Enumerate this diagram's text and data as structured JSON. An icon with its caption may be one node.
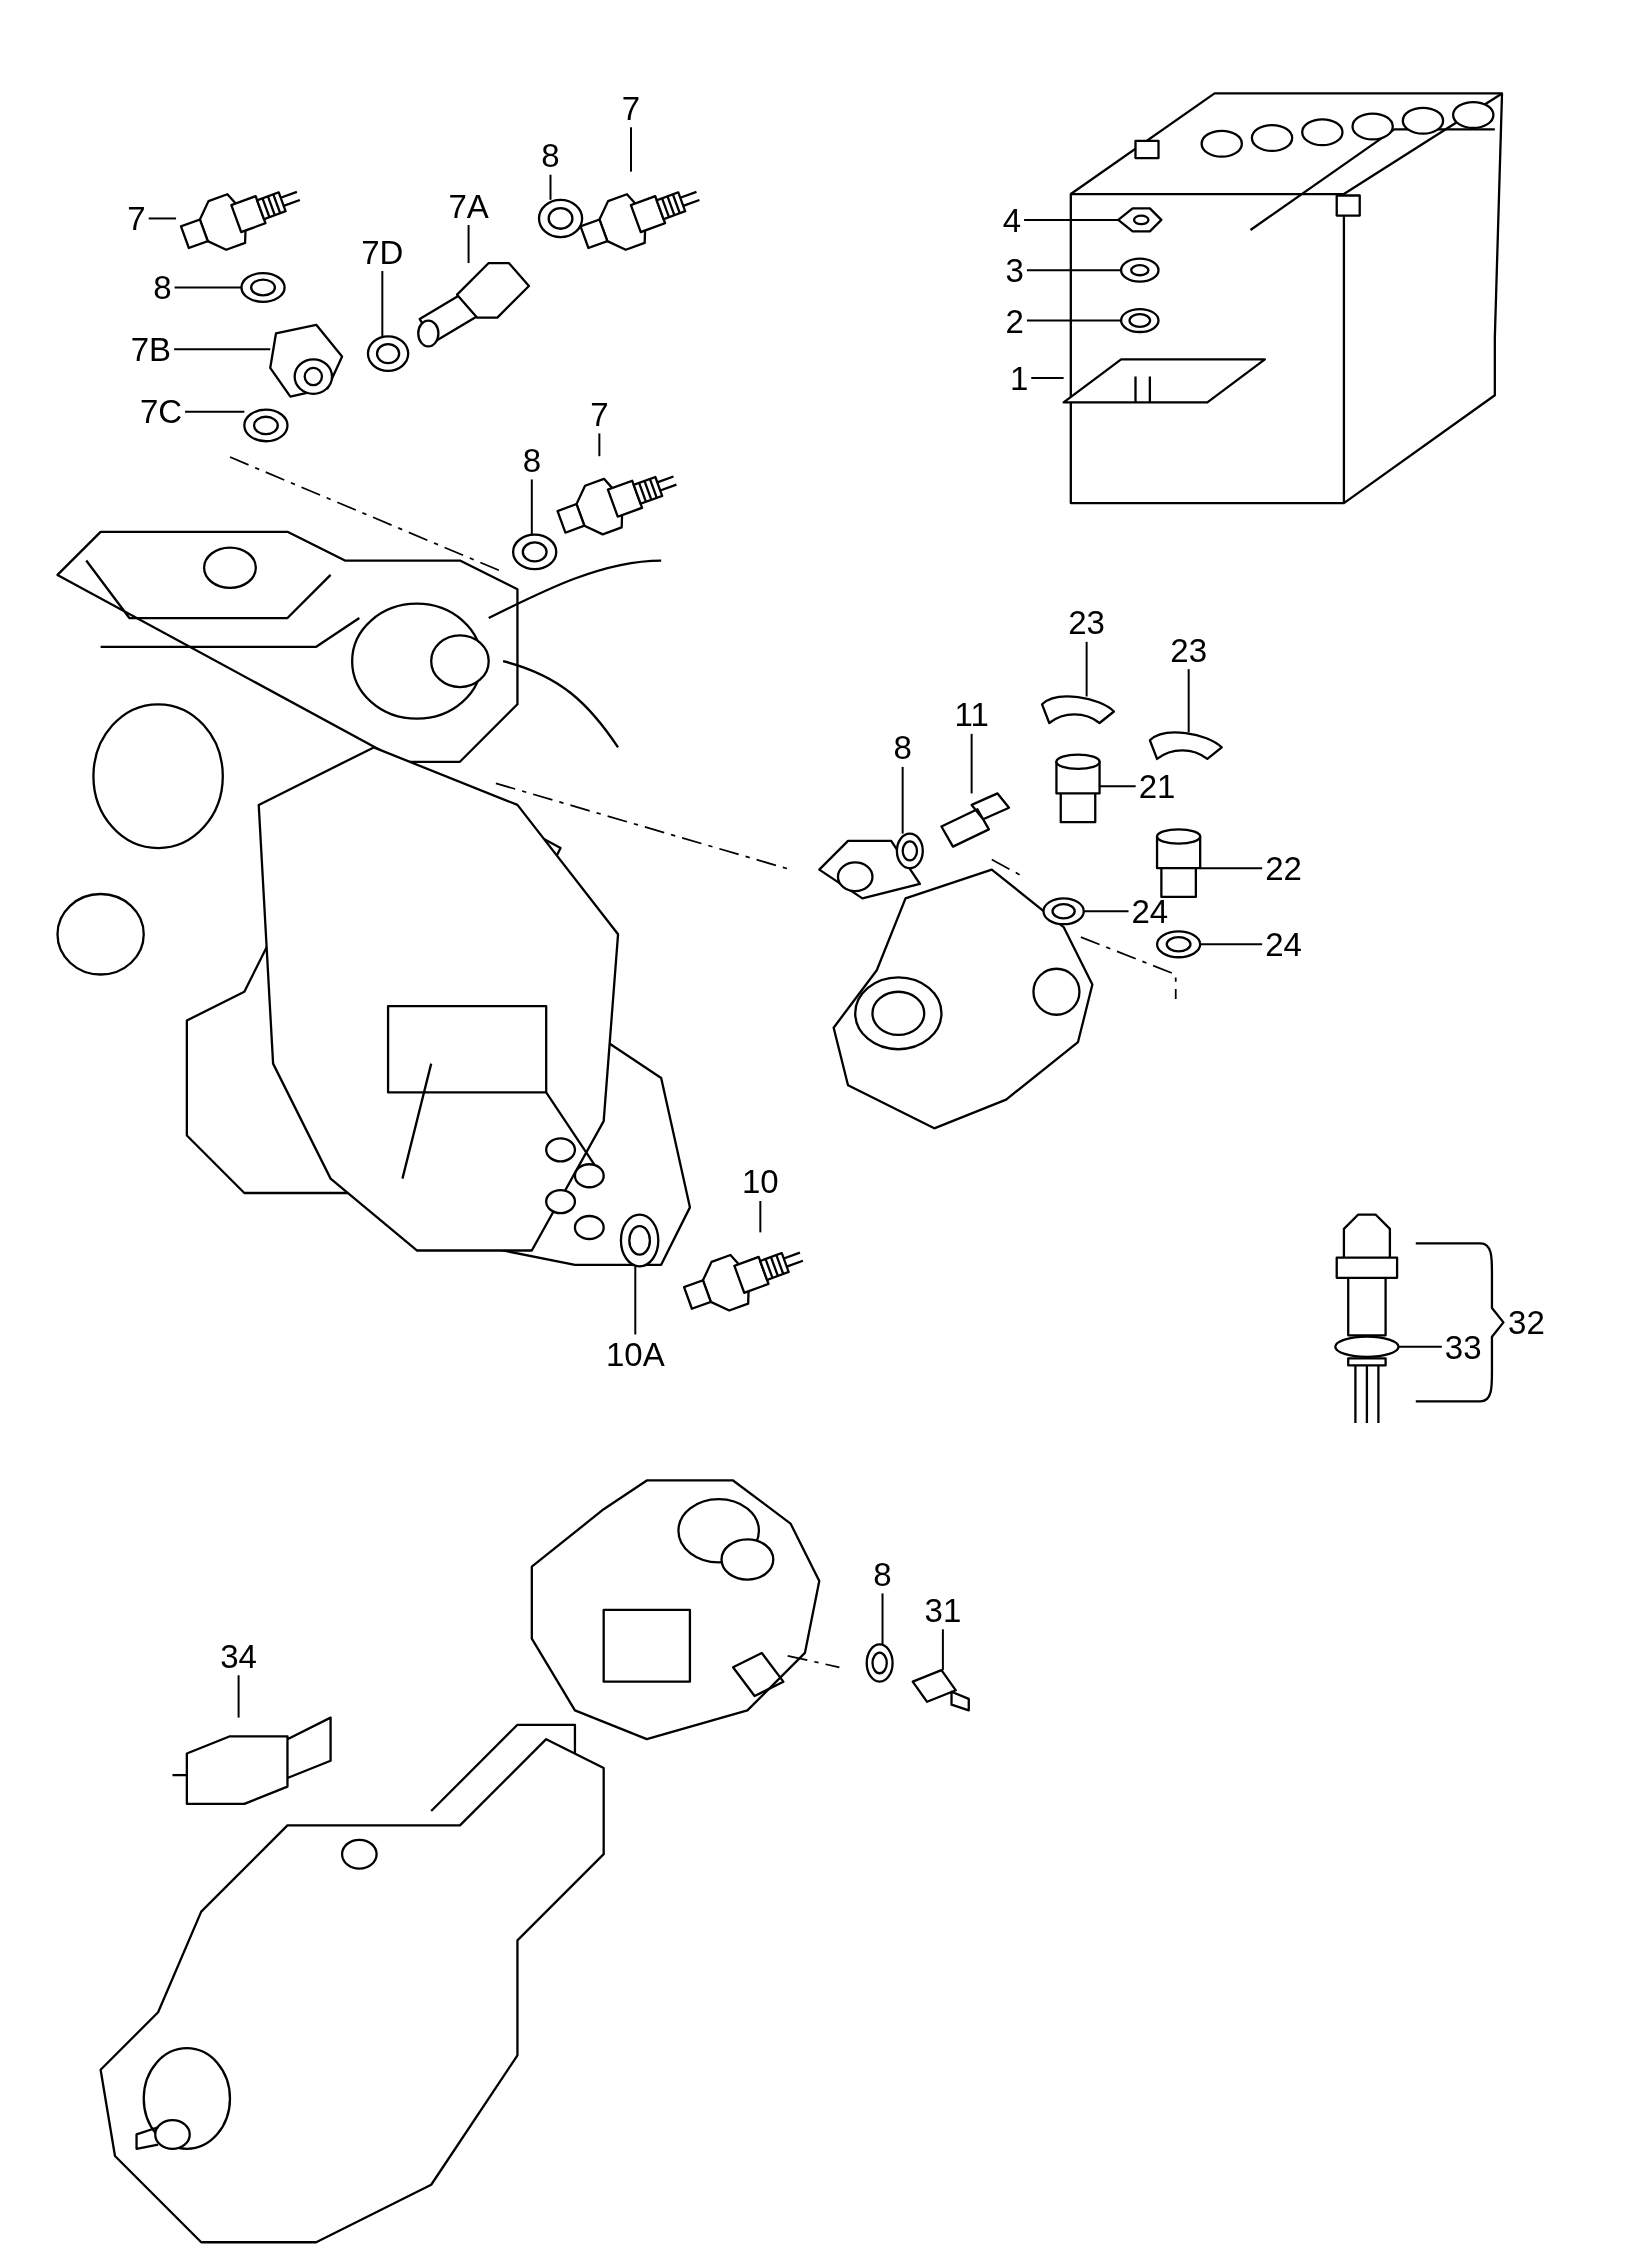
{
  "diagram": {
    "nodes": [
      {
        "text": [
          "7"
        ]
      },
      {
        "text": [
          "7A"
        ]
      },
      {
        "text": [
          "8"
        ]
      },
      {
        "text": [
          "7"
        ]
      },
      {
        "text": [
          "4"
        ]
      },
      {
        "text": [
          "8"
        ]
      },
      {
        "text": [
          "7D"
        ]
      },
      {
        "text": [
          "3"
        ]
      },
      {
        "text": [
          "2"
        ]
      },
      {
        "text": [
          "7B"
        ]
      },
      {
        "text": [
          "1"
        ]
      },
      {
        "text": [
          "7C"
        ]
      },
      {
        "text": [
          "7"
        ]
      },
      {
        "text": [
          "8"
        ]
      },
      {
        "text": [
          "23"
        ]
      },
      {
        "text": [
          "23"
        ]
      },
      {
        "text": [
          "11"
        ]
      },
      {
        "text": [
          "8"
        ]
      },
      {
        "text": [
          "21"
        ]
      },
      {
        "text": [
          "22"
        ]
      },
      {
        "text": [
          "24"
        ]
      },
      {
        "text": [
          "24"
        ]
      },
      {
        "text": [
          "10"
        ]
      },
      {
        "text": [
          "33"
        ]
      },
      {
        "text": [
          "10A"
        ]
      },
      {
        "text": [
          "8"
        ]
      },
      {
        "text": [
          "31"
        ]
      },
      {
        "text": [
          "34"
        ]
      },
      {
        "text": [],
        "shape": "picture"
      },
      {
        "text": [],
        "shape": "picture"
      },
      {
        "text": [],
        "shape": "picture"
      },
      {
        "text": [],
        "shape": "picture"
      },
      {
        "text": [],
        "shape": "picture"
      },
      {
        "text": [],
        "shape": "picture"
      },
      {
        "text": [],
        "shape": "picture"
      },
      {
        "text": [],
        "shape": "picture"
      },
      {
        "text": [],
        "shape": "picture"
      },
      {
        "text": [],
        "shape": "picture"
      },
      {
        "text": [],
        "shape": "picture"
      },
      {
        "text": [],
        "shape": "picture"
      },
      {
        "text": [],
        "shape": "picture"
      },
      {
        "text": [],
        "shape": "picture"
      },
      {
        "text": [],
        "shape": "picture"
      },
      {
        "text": [],
        "shape": "picture"
      },
      {
        "text": [],
        "shape": "picture"
      },
      {
        "text": [],
        "shape": "picture"
      },
      {
        "text": [],
        "shape": "picture"
      },
      {
        "text": [],
        "shape": "picture"
      },
      {
        "text": [],
        "shape": "picture"
      },
      {
        "text": [],
        "shape": "picture"
      },
      {
        "text": [],
        "shape": "picture"
      },
      {
        "text": [],
        "shape": "picture"
      },
      {
        "text": [],
        "shape": "picture"
      },
      {
        "text": [],
        "shape": "picture"
      },
      {
        "text": [],
        "shape": "picture"
      },
      {
        "text": [],
        "shape": "picture"
      }
    ],
    "edges": [
      {
        "from": 0,
        "to": 28,
        "arrow": "none"
      },
      {
        "from": 1,
        "to": 29,
        "arrow": "none"
      },
      {
        "from": 2,
        "to": 30,
        "arrow": "none"
      },
      {
        "from": 3,
        "to": 31,
        "arrow": "none"
      },
      {
        "from": 4,
        "to": 32,
        "arrow": "none"
      },
      {
        "from": 5,
        "to": 33,
        "arrow": "none"
      },
      {
        "from": 6,
        "to": 34,
        "arrow": "none"
      },
      {
        "from": 7,
        "to": 35,
        "arrow": "none"
      },
      {
        "from": 8,
        "to": 36,
        "arrow": "none"
      },
      {
        "from": 9,
        "to": 37,
        "arrow": "none"
      },
      {
        "from": 10,
        "to": 38,
        "arrow": "none"
      },
      {
        "from": 11,
        "to": 39,
        "arrow": "none"
      },
      {
        "from": 12,
        "to": 40,
        "arrow": "none"
      },
      {
        "from": 13,
        "to": 41,
        "arrow": "none"
      },
      {
        "from": 14,
        "to": 42,
        "arrow": "none"
      },
      {
        "from": 15,
        "to": 43,
        "arrow": "none"
      },
      {
        "from": 16,
        "to": 44,
        "arrow": "none"
      },
      {
        "from": 17,
        "to": 45,
        "arrow": "none"
      },
      {
        "from": 18,
        "to": 46,
        "arrow": "none"
      },
      {
        "from": 19,
        "to": 47,
        "arrow": "none"
      },
      {
        "from": 20,
        "to": 48,
        "arrow": "none"
      },
      {
        "from": 21,
        "to": 49,
        "arrow": "none"
      },
      {
        "from": 22,
        "to": 50,
        "arrow": "none"
      },
      {
        "from": 23,
        "to": 51,
        "arrow": "none"
      },
      {
        "from": 24,
        "to": 52,
        "arrow": "none"
      },
      {
        "from": 25,
        "to": 53,
        "arrow": "none"
      },
      {
        "from": 26,
        "to": 54,
        "arrow": "none"
      },
      {
        "from": 27,
        "to": 55,
        "arrow": "none"
      }
    ],
    "labels": [
      "32"
    ]
  }
}
